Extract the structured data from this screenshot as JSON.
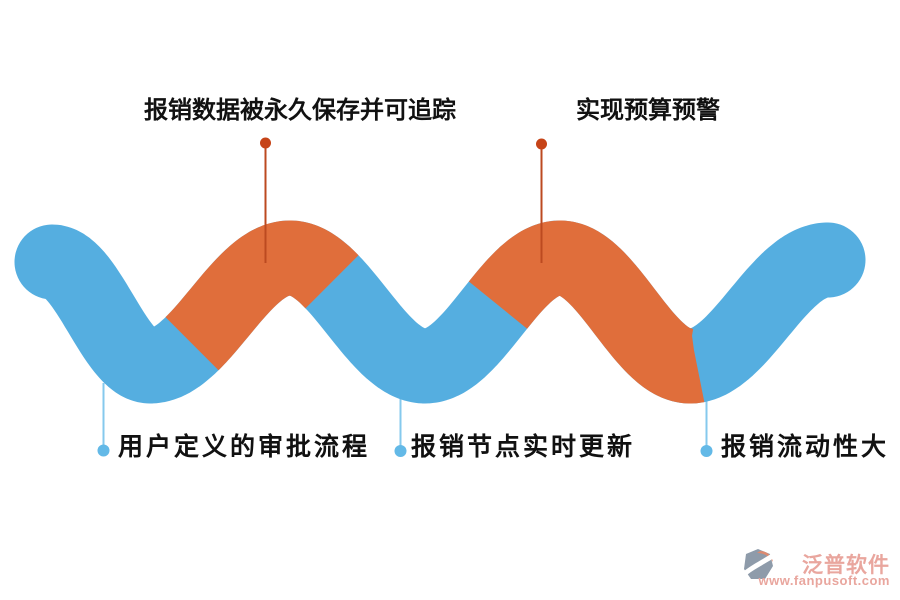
{
  "diagram": {
    "topic": "reimbursement-process-wave",
    "callouts": {
      "top": [
        {
          "label": "报销数据被永久保存并可追踪"
        },
        {
          "label": "实现预算预警"
        }
      ],
      "bottom": [
        {
          "label": "用户定义的审批流程"
        },
        {
          "label": "报销节点实时更新"
        },
        {
          "label": "报销流动性大"
        }
      ]
    }
  },
  "logo": {
    "name": "泛普软件",
    "url": "www.fanpusoft.com"
  },
  "colors": {
    "wave_blue": "#55AEE0",
    "wave_orange": "#E06E3B",
    "top_line": "#BC4A20",
    "top_dot": "#C64418",
    "bottom_line": "#85C9ED",
    "bottom_dot": "#63B9E7",
    "label_text": "#111111",
    "logo_text": "#E9A69E",
    "logo_gray": "#8E9BAA",
    "logo_salmon": "#DD8A70"
  }
}
